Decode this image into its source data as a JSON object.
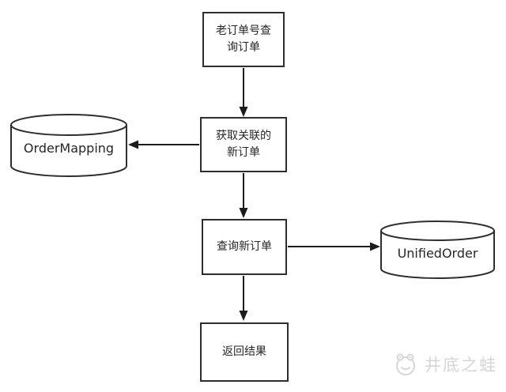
{
  "diagram": {
    "background_color": "#ffffff",
    "node_border_color": "#2e2e2e",
    "edge_color": "#1c1c1c",
    "text_color": "#262626",
    "nodes": {
      "start": {
        "type": "process",
        "label": "老订单号查\n询订单"
      },
      "get_related": {
        "type": "process",
        "label": "获取关联的\n新订单"
      },
      "query_new": {
        "type": "process",
        "label": "查询新订单"
      },
      "return_result": {
        "type": "process",
        "label": "返回结果"
      },
      "order_mapping": {
        "type": "database",
        "label": "OrderMapping"
      },
      "unified_order": {
        "type": "database",
        "label": "UnifiedOrder"
      }
    },
    "edges": [
      {
        "from": "start",
        "to": "get_related",
        "direction": "down"
      },
      {
        "from": "get_related",
        "to": "order_mapping",
        "direction": "left"
      },
      {
        "from": "get_related",
        "to": "query_new",
        "direction": "down"
      },
      {
        "from": "query_new",
        "to": "unified_order",
        "direction": "right"
      },
      {
        "from": "query_new",
        "to": "return_result",
        "direction": "down"
      }
    ]
  },
  "watermark": {
    "icon": "frog-logo-icon",
    "text": "井底之蛙",
    "color": "#d6d6d6"
  }
}
